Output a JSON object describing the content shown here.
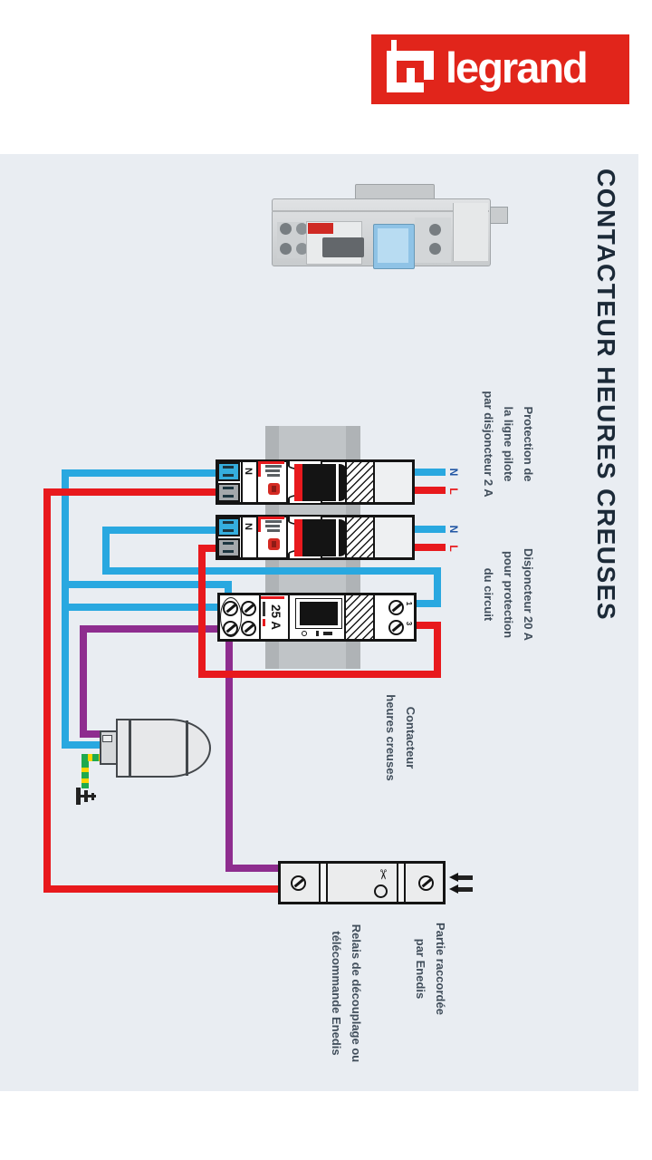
{
  "brand": {
    "name": "legrand"
  },
  "title": "CONTACTEUR HEURES CREUSES",
  "labels": {
    "protection_2a": {
      "line1": "Protection de",
      "line2": "la ligne pilote",
      "line3": "par disjoncteur 2 A"
    },
    "disjoncteur_20a": {
      "line1": "Disjoncteur 20 A",
      "line2": "pour protection",
      "line3": "du circuit"
    },
    "contacteur": {
      "line1": "Contacteur",
      "line2": "heures creuses"
    },
    "relais": {
      "line1": "Relais de découplage ou",
      "line2": "télécommande Enedis"
    },
    "partie": {
      "line1": "Partie raccordée",
      "line2": "par Enedis"
    }
  },
  "wire_labels": {
    "breaker1_n": "N",
    "breaker1_l": "L",
    "breaker2_n": "N",
    "breaker2_l": "L"
  },
  "devices": {
    "breaker1_neutral_mark": "N",
    "breaker2_neutral_mark": "N",
    "contactor_rating": "25 A",
    "contactor_terminal_top": "1",
    "contactor_terminal_bottom": "3",
    "relay_scissors_icon": "✂"
  },
  "colors": {
    "brand_red": "#e1251b",
    "wire_red": "#e8191d",
    "wire_blue": "#29a8e0",
    "wire_purple": "#8e2d8f",
    "earth_green": "#1faa4e",
    "earth_yellow": "#ffd400",
    "panel_bg": "#e9edf2",
    "label_text": "#414e5b",
    "title_text": "#1c2a38"
  }
}
